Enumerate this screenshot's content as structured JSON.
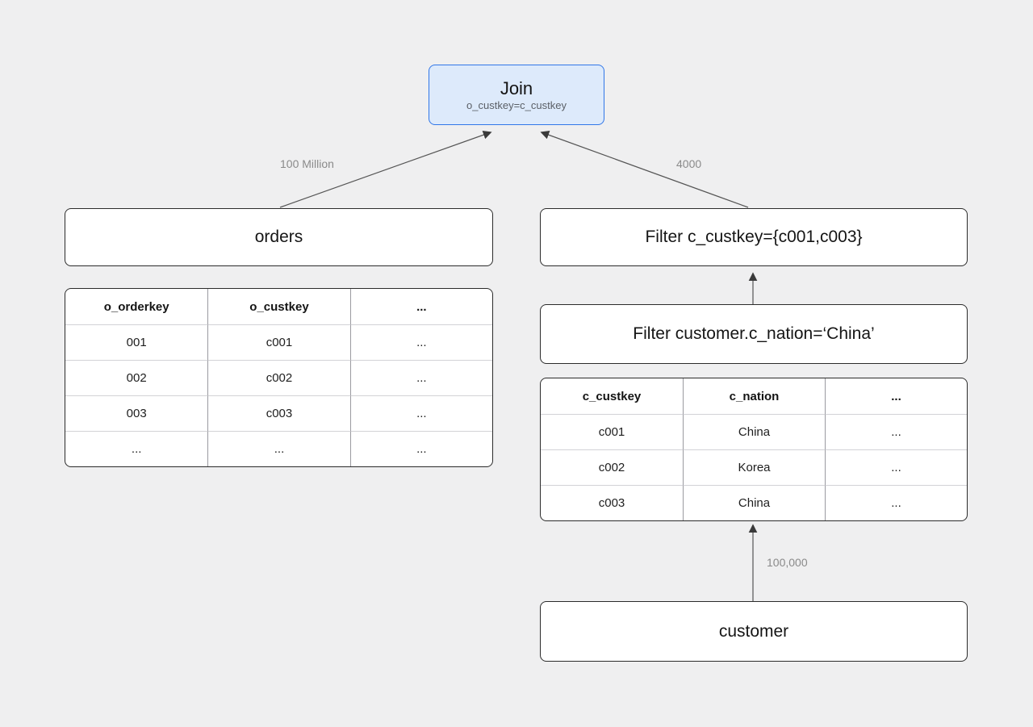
{
  "colors": {
    "canvas-bg": "#efeff0",
    "join-fill": "#ddeafb",
    "join-border": "#3076e8",
    "node-border": "#2b2b2b",
    "arrow": "#555555",
    "arrow-head": "#3a3a3a",
    "edge-label": "#8a8a8a"
  },
  "join": {
    "title": "Join",
    "condition": "o_custkey=c_custkey"
  },
  "edge_labels": {
    "orders_cardinality": "100 Million",
    "filter_cardinality": "4000",
    "customer_cardinality": "100,000"
  },
  "orders": {
    "node_label": "orders",
    "table": {
      "headers": [
        "o_orderkey",
        "o_custkey",
        "..."
      ],
      "rows": [
        [
          "001",
          "c001",
          "..."
        ],
        [
          "002",
          "c002",
          "..."
        ],
        [
          "003",
          "c003",
          "..."
        ],
        [
          "...",
          "...",
          "..."
        ]
      ]
    }
  },
  "filters": {
    "custkey": "Filter c_custkey={c001,c003}",
    "nation": "Filter customer.c_nation=‘China’"
  },
  "customer": {
    "node_label": "customer",
    "table": {
      "headers": [
        "c_custkey",
        "c_nation",
        "..."
      ],
      "rows": [
        [
          "c001",
          "China",
          "..."
        ],
        [
          "c002",
          "Korea",
          "..."
        ],
        [
          "c003",
          "China",
          "..."
        ]
      ]
    }
  }
}
